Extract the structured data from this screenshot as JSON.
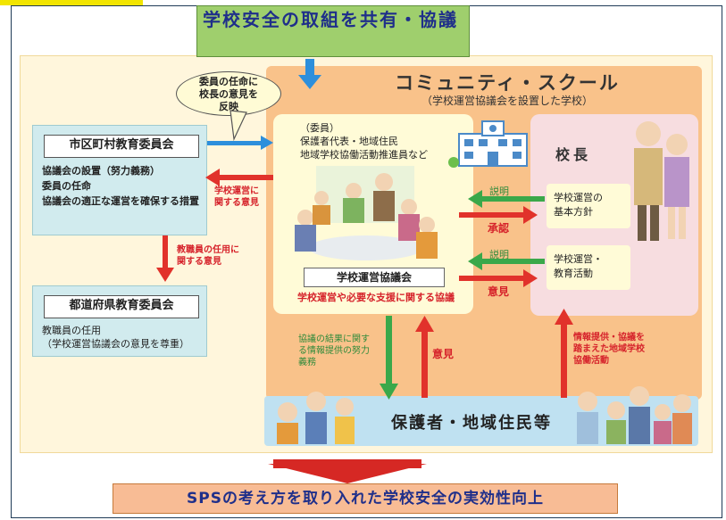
{
  "header": {
    "title": "学校安全の取組を共有・協議"
  },
  "bubble": {
    "text": "委員の任命に\n校長の意見を\n反映"
  },
  "community_school": {
    "title": "コミュニティ・スクール",
    "subtitle": "（学校運営協議会を設置した学校）"
  },
  "council": {
    "members_heading": "（委員）",
    "members_line1": "保護者代表・地域住民",
    "members_line2": "地域学校協働活動推進員など",
    "name": "学校運営協議会",
    "role": "学校運営や必要な支援に関する協議"
  },
  "principal": {
    "label": "校長",
    "box1": "学校運営の\n基本方針",
    "box2": "学校運営・\n教育活動"
  },
  "municipal_board": {
    "title": "市区町村教育委員会",
    "item1": "協議会の設置（努力義務）",
    "item2": "委員の任命",
    "item3": "協議会の適正な運営を確保する措置"
  },
  "prefectural_board": {
    "title": "都道府県教育委員会",
    "line1": "教職員の任用",
    "line2": "（学校運営協議会の意見を尊重）"
  },
  "labels": {
    "opinion_school_mgmt_1": "学校運営に",
    "opinion_school_mgmt_2": "関する意見",
    "opinion_staff_1": "教職員の任用に",
    "opinion_staff_2": "関する意見",
    "explain_1": "説明",
    "approve": "承認",
    "explain_2": "説明",
    "opinion_principal": "意見",
    "result_info_1": "協議の結果に関す",
    "result_info_2": "る情報提供の努力",
    "result_info_3": "義務",
    "opinion_guardians": "意見",
    "info_provision_1": "情報提供・協議を",
    "info_provision_2": "踏まえた地域学校",
    "info_provision_3": "協働活動"
  },
  "guardians": {
    "label": "保護者・地域住民等"
  },
  "footer": {
    "text": "SPSの考え方を取り入れた学校安全の実効性向上"
  },
  "colors": {
    "red_arrow": "#e1322b",
    "blue_arrow": "#2d8fdc",
    "green_arrow": "#3aa84a",
    "header_green": "#9fcf6d",
    "footer_orange": "#f8bc95"
  }
}
